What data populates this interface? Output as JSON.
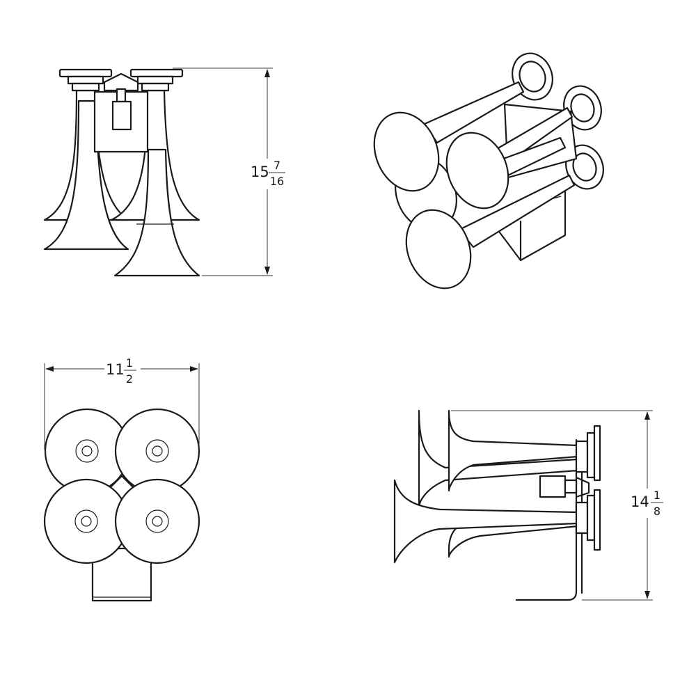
{
  "dimensions": {
    "height_front": {
      "whole": "15",
      "num": "7",
      "den": "16"
    },
    "width_bottom": {
      "whole": "11",
      "num": "1",
      "den": "2"
    },
    "height_side": {
      "whole": "14",
      "num": "1",
      "den": "8"
    }
  },
  "colors": {
    "line": "#1a1a1a",
    "background": "#ffffff"
  }
}
